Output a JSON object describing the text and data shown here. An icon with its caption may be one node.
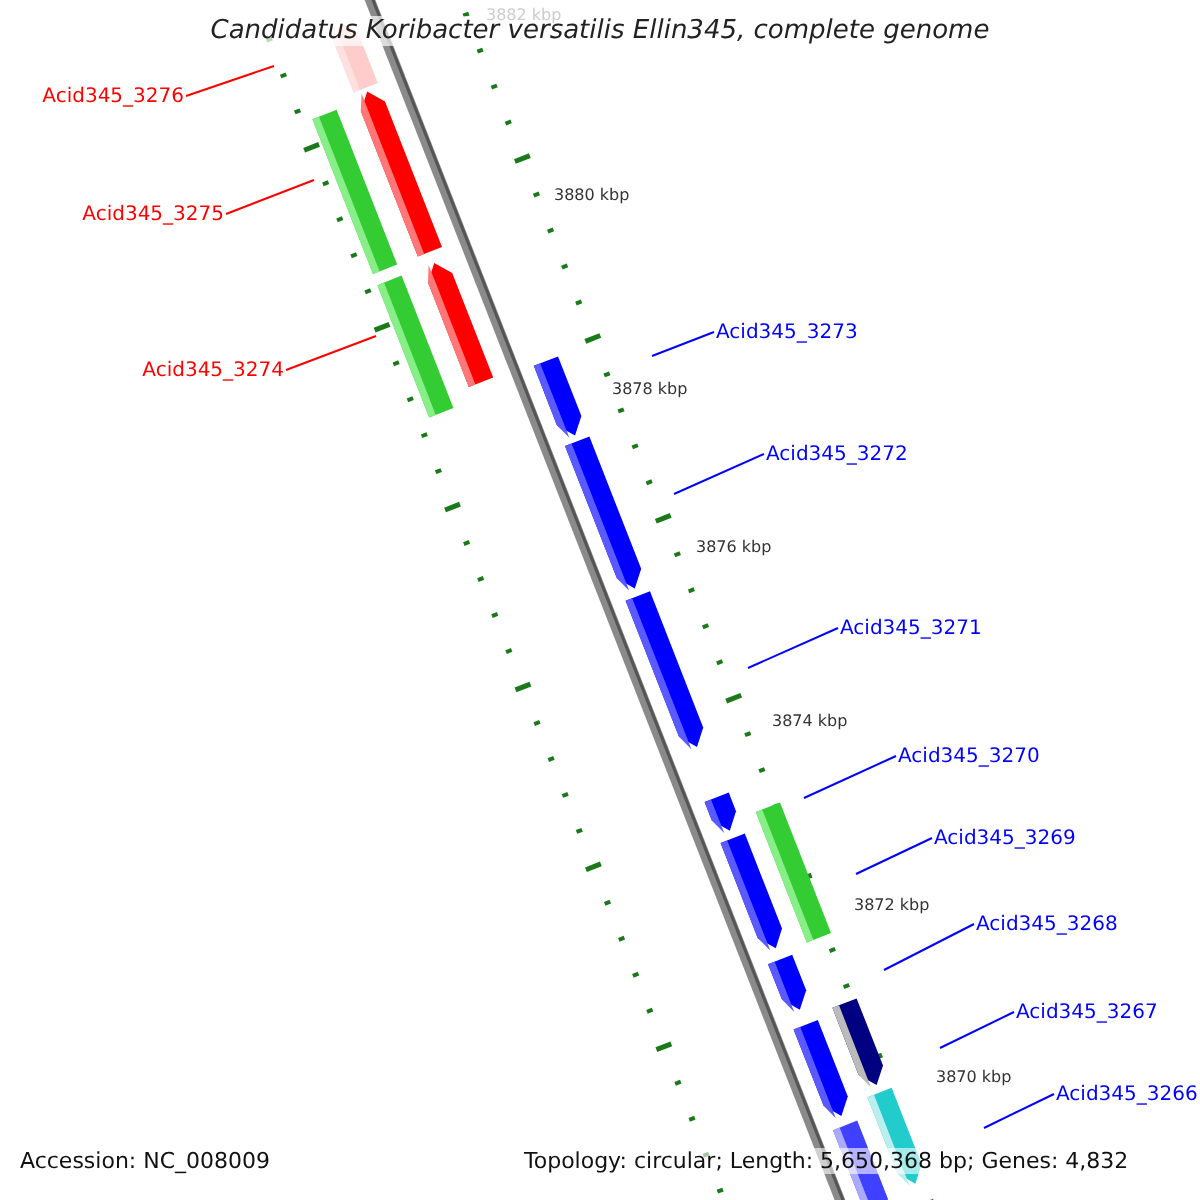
{
  "diagram": {
    "title": "Candidatus Koribacter versatilis Ellin345, complete genome",
    "nodes": [
      {
        "text": [
          "Acid345_3276"
        ]
      },
      {
        "text": [
          "Acid345_3275"
        ]
      },
      {
        "text": [
          "Acid345_3273"
        ]
      },
      {
        "text": [
          "Acid345_3274"
        ]
      },
      {
        "text": [
          "Acid345_3272"
        ]
      },
      {
        "text": [
          "Acid345_3271"
        ]
      },
      {
        "text": [
          "Acid345_3270"
        ]
      },
      {
        "text": [
          "Acid345_3269"
        ]
      },
      {
        "text": [
          "Acid345_3268"
        ]
      },
      {
        "text": [
          "Acid345_3267"
        ]
      },
      {
        "text": [
          "Acid345_3266"
        ]
      }
    ],
    "edges": [
      {
        "from": 0,
        "to": null,
        "arrow": "none",
        "color": "#ff0000"
      },
      {
        "from": 1,
        "to": null,
        "arrow": "none",
        "color": "#ff0000"
      },
      {
        "from": 2,
        "to": null,
        "arrow": "none"
      },
      {
        "from": 3,
        "to": null,
        "arrow": "none",
        "color": "#ff0000"
      },
      {
        "from": 4,
        "to": null,
        "arrow": "none"
      },
      {
        "from": 5,
        "to": null,
        "arrow": "none"
      },
      {
        "from": 6,
        "to": null,
        "arrow": "none"
      },
      {
        "from": 7,
        "to": null,
        "arrow": "none"
      },
      {
        "from": 8,
        "to": null,
        "arrow": "none"
      },
      {
        "from": 9,
        "to": null,
        "arrow": "none"
      },
      {
        "from": 10,
        "to": null,
        "arrow": "none"
      }
    ],
    "labels": [
      "3882 kbp",
      "3880 kbp",
      "3878 kbp",
      "3876 kbp",
      "3874 kbp",
      "3872 kbp",
      "3870 kbp",
      "Accession: NC_008009",
      "Topology: circular; Length: 5,650,368 bp; Genes: 4,832"
    ]
  }
}
